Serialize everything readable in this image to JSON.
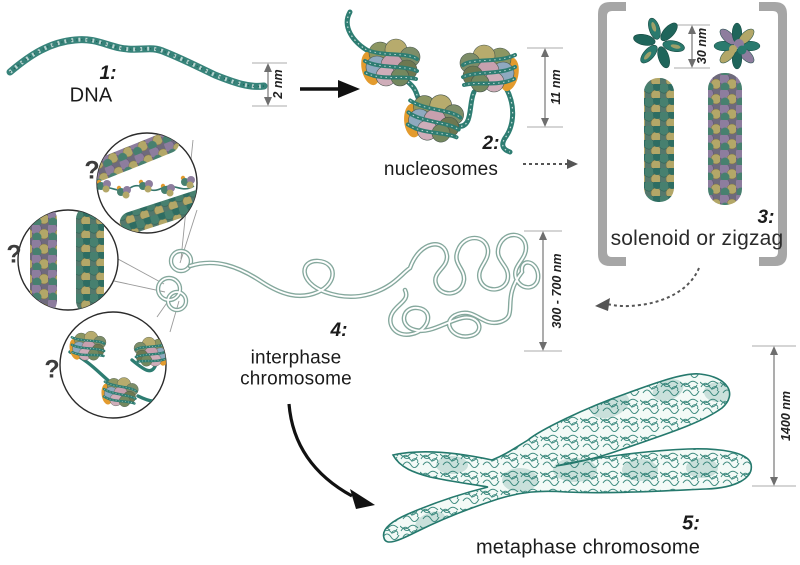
{
  "stages": [
    {
      "num": "1:",
      "label": "DNA",
      "size": "2 nm"
    },
    {
      "num": "2:",
      "label": "nucleosomes",
      "size": "11 nm"
    },
    {
      "num": "3:",
      "label": "solenoid or zigzag",
      "size": "30 nm"
    },
    {
      "num": "4:",
      "label": "interphase chromosome",
      "size": "300 - 700 nm"
    },
    {
      "num": "5:",
      "label": "metaphase chromosome",
      "size": "1400 nm"
    }
  ],
  "callouts": {
    "question_marks": [
      "?",
      "?",
      "?"
    ]
  },
  "colors": {
    "dna_teal": "#2e7d72",
    "loop_sage": "#85a89d",
    "olive": "#b3a768",
    "purple": "#8d7d9e",
    "steel_blue": "#8fa9bf",
    "pink": "#c7a0ae",
    "histone_orange": "#e39b2e",
    "bracket_gray": "#a6a6a6",
    "arrow_black": "#111111",
    "measure_gray": "#8a8a8a",
    "metaphase_teal": "#24786c"
  }
}
